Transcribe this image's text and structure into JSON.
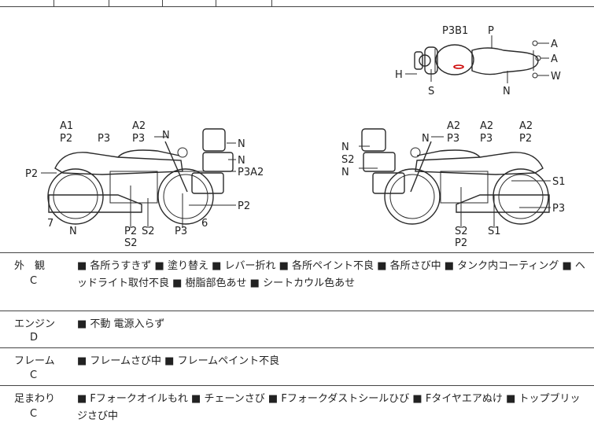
{
  "diagram": {
    "top_view_labels": {
      "p3b1": "P3B1",
      "p": "P",
      "a1": "A",
      "a2": "A",
      "w": "W",
      "h": "H",
      "s": "S",
      "n": "N"
    },
    "left_view_labels": {
      "a1": "A1",
      "p2_top": "P2",
      "p3_top": "P3",
      "a2": "A2",
      "p3_mid": "P3",
      "n_mirror": "N",
      "n_screen1": "N",
      "n_screen2": "N",
      "p3a2": "P3A2",
      "p2_left": "P2",
      "p2_right": "P2",
      "seven": "7",
      "n_bottom": "N",
      "p2_low": "P2",
      "s2_low": "S2",
      "s2_low2": "S2",
      "p3_low": "P3",
      "six": "6"
    },
    "right_view_labels": {
      "a2_1": "A2",
      "a2_2": "A2",
      "a2_3": "A2",
      "n_mirror": "N",
      "p3_1": "P3",
      "p3_2": "P3",
      "p2_r": "P2",
      "n1": "N",
      "s2": "S2",
      "n2": "N",
      "s1_r": "S1",
      "p3_r": "P3",
      "s2_low": "S2",
      "p2_low": "P2",
      "s1_low": "S1"
    }
  },
  "sections": [
    {
      "category": "外　観",
      "grade": "C",
      "description": "■ 各所うすきず ■ 塗り替え ■ レバー折れ ■ 各所ペイント不良 ■ 各所さび中 ■ タンク内コーティング ■ ヘッドライト取付不良 ■ 樹脂部色あせ ■ シートカウル色あせ"
    },
    {
      "category": "エンジン",
      "grade": "D",
      "description": "■ 不動 電源入らず"
    },
    {
      "category": "フレーム",
      "grade": "C",
      "description": "■ フレームさび中 ■ フレームペイント不良"
    },
    {
      "category": "足まわり",
      "grade": "C",
      "description": "■ Fフォークオイルもれ ■ チェーンさび ■ Fフォークダストシールひび ■ Fタイヤエアぬけ ■ トップブリッジさび中"
    }
  ]
}
